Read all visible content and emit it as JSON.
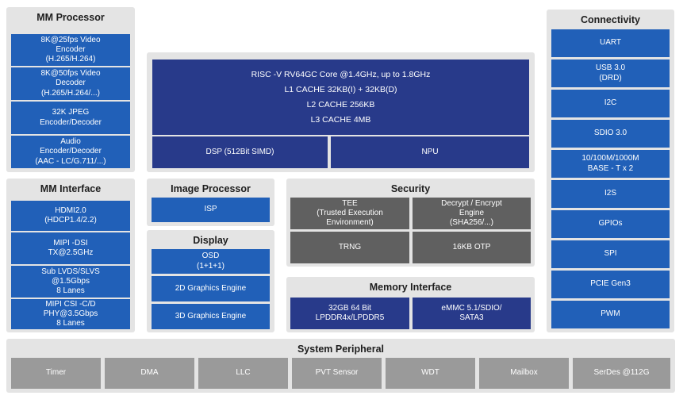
{
  "mm_processor": {
    "title": "MM Processor",
    "items": [
      "8K@25fps Video\nEncoder\n(H.265/H.264)",
      "8K@50fps Video\nDecoder\n(H.265/H.264/...)",
      "32K JPEG\nEncoder/Decoder",
      "Audio\nEncoder/Decoder\n(AAC - LC/G.711/...)"
    ]
  },
  "mm_interface": {
    "title": "MM Interface",
    "items": [
      "HDMI2.0\n(HDCP1.4/2.2)",
      "MIPI  -DSI\nTX@2.5GHz",
      "Sub  LVDS/SLVS\n@1.5Gbps\n8 Lanes",
      "MIPI  CSI -C/D\nPHY@3.5Gbps\n8 Lanes"
    ]
  },
  "cpu": {
    "lines": [
      "RISC -V  RV64GC Core @1.4GHz, up to 1.8GHz",
      "L1 CACHE 32KB(I) + 32KB(D)",
      "L2 CACHE    256KB",
      "L3 CACHE    4MB"
    ],
    "dsp": "DSP (512Bit SIMD)",
    "npu": "NPU"
  },
  "image_processor": {
    "title": "Image Processor",
    "items": [
      "ISP"
    ]
  },
  "display": {
    "title": "Display",
    "items": [
      "OSD\n(1+1+1)",
      "2D  Graphics Engine",
      "3D  Graphics Engine"
    ]
  },
  "security": {
    "title": "Security",
    "items": [
      "TEE\n(Trusted Execution\nEnvironment)",
      "Decrypt / Encrypt\nEngine\n(SHA256/...)",
      "TRNG",
      "16KB  OTP"
    ]
  },
  "memory_interface": {
    "title": "Memory Interface",
    "items": [
      "32GB 64 Bit\nLPDDR4x/LPDDR5",
      "eMMC  5.1/SDIO/\nSATA3"
    ]
  },
  "connectivity": {
    "title": "Connectivity",
    "items": [
      "UART",
      "USB  3.0\n(DRD)",
      "I2C",
      "SDIO 3.0",
      "10/100M/1000M\nBASE - T x 2",
      "I2S",
      "GPIOs",
      "SPI",
      "PCIE  Gen3",
      "PWM"
    ]
  },
  "system_peripheral": {
    "title": "System Peripheral",
    "items": [
      "Timer",
      "DMA",
      "LLC",
      "PVT Sensor",
      "WDT",
      "Mailbox",
      "SerDes  @112G"
    ]
  },
  "colors": {
    "panel": "#e4e4e4",
    "blue": "#2160b8",
    "navy": "#283a8a",
    "dark_gray": "#606060",
    "light_gray": "#9a9a9a"
  }
}
